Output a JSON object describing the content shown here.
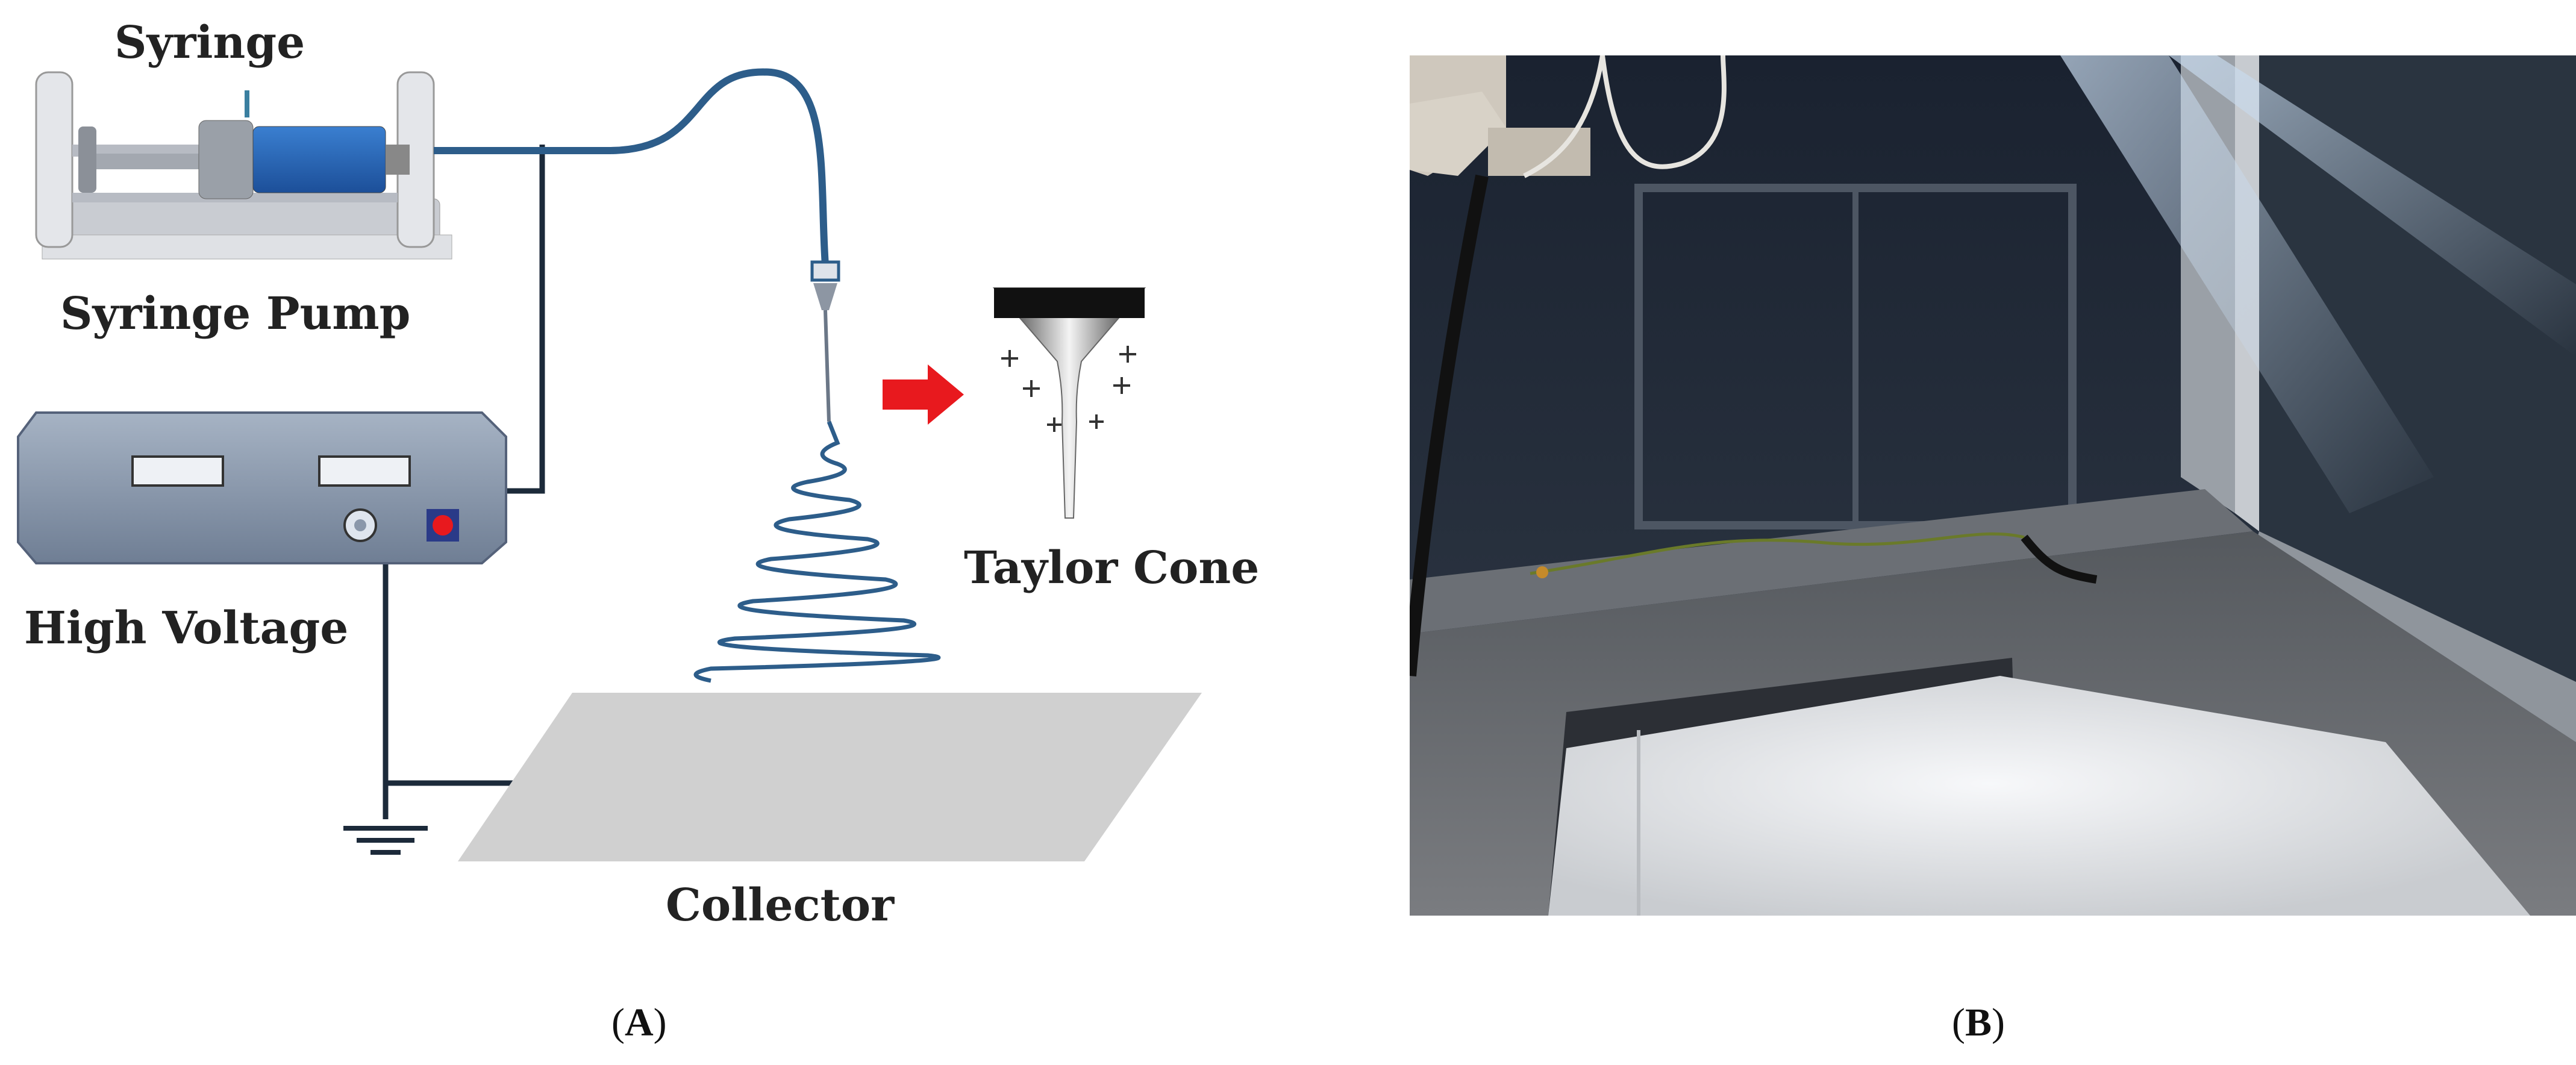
{
  "panel_a": {
    "labels": {
      "syringe": "Syringe",
      "syringe_pump": "Syringe Pump",
      "high_voltage": "High Voltage",
      "taylor_cone": "Taylor Cone",
      "collector": "Collector"
    },
    "caption_letter": "A"
  },
  "panel_b": {
    "caption_letter": "B"
  },
  "colors": {
    "wire": "#1c2a3a",
    "fiber_blue": "#2d5d8a",
    "arrow_red": "#e8191e",
    "box_gray": "#7f8ea3",
    "collector_gray": "#d0d0d0"
  }
}
